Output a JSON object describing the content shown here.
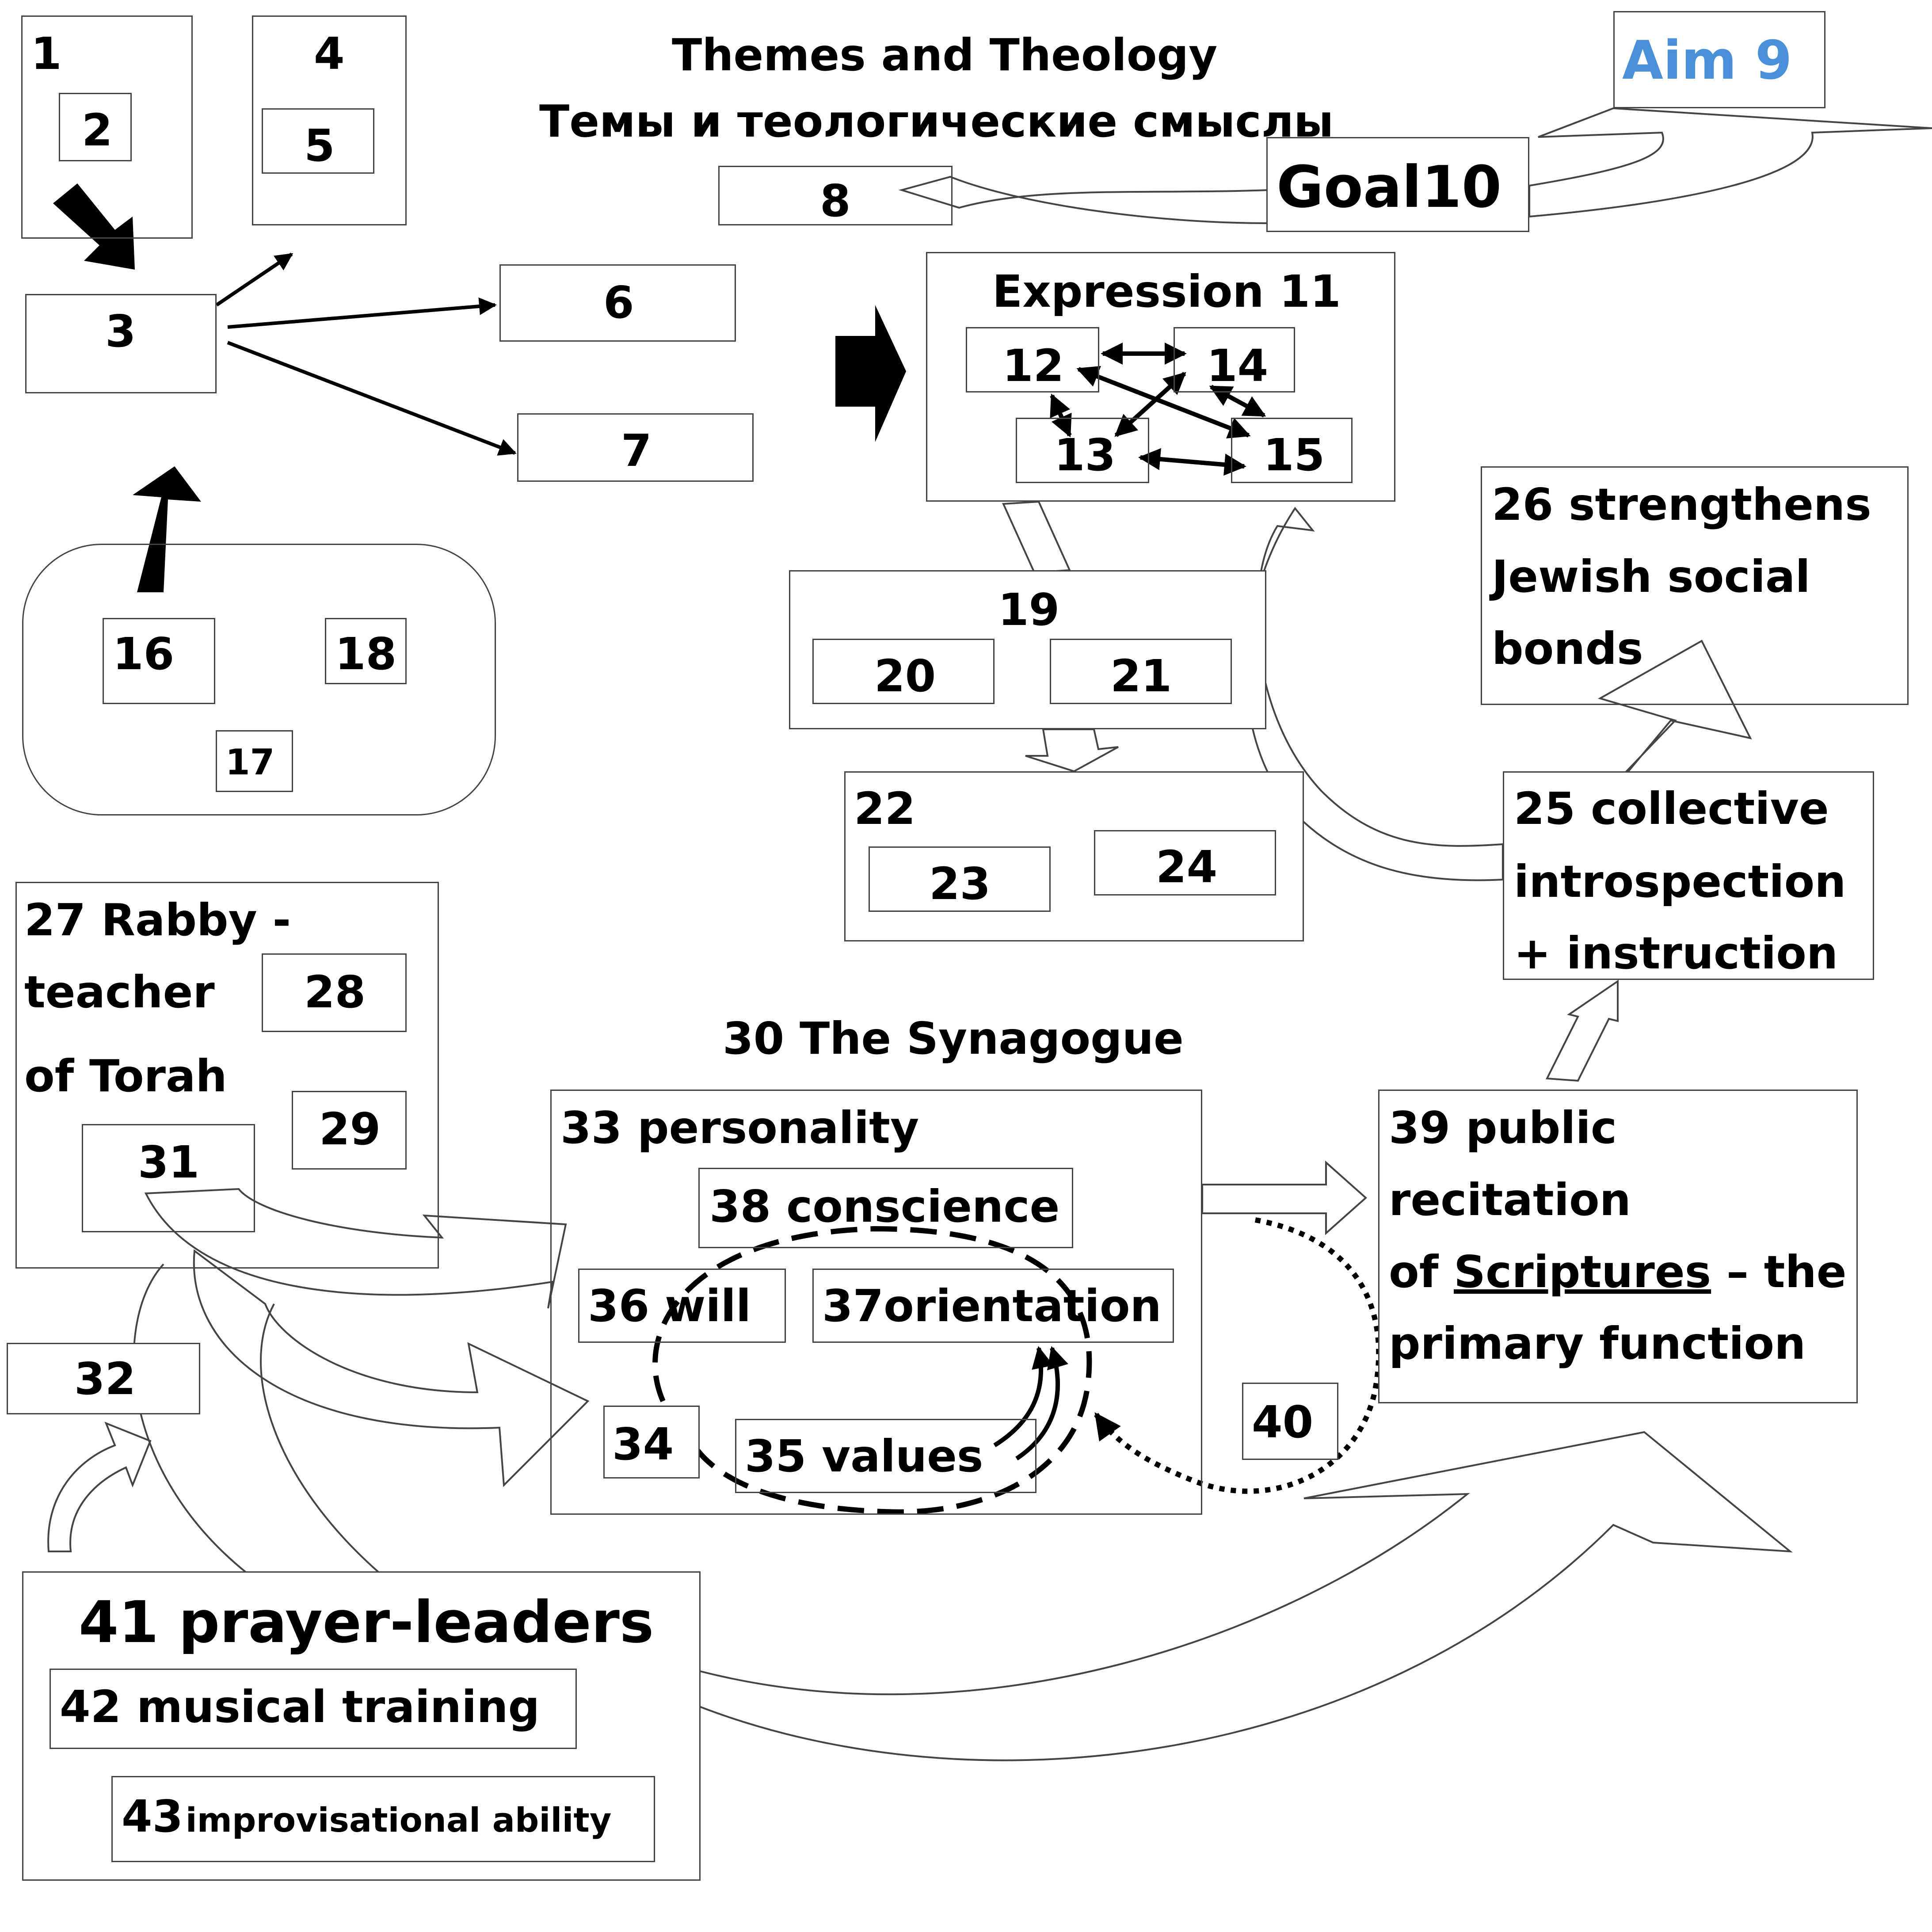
{
  "title": {
    "en": "Themes and Theology",
    "ru": "Темы и теологические смыслы"
  },
  "aim": {
    "label": "Aim 9",
    "color": "#4a90d9"
  },
  "goal": {
    "label": "Goal10"
  },
  "nodes": {
    "n1": "1",
    "n2": "2",
    "n3": "3",
    "n4": "4",
    "n5": "5",
    "n6": "6",
    "n7": "7",
    "n8": "8",
    "n11": "Expression 11",
    "n12": "12",
    "n13": "13",
    "n14": "14",
    "n15": "15",
    "n16": "16",
    "n17": "17",
    "n18": "18",
    "n19": "19",
    "n20": "20",
    "n21": "21",
    "n22": "22",
    "n23": "23",
    "n24": "24",
    "n25": [
      "25 collective",
      "introspection",
      "+ instruction"
    ],
    "n26": [
      "26 strengthens",
      "Jewish social",
      "bonds"
    ],
    "n27": [
      "27 Rabby -",
      "teacher",
      "of Torah"
    ],
    "n28": "28",
    "n29": "29",
    "n30": "30 The Synagogue",
    "n31": "31",
    "n32": "32",
    "n33": "33 personality",
    "n34": "34",
    "n35": "35  values",
    "n36": "36  will",
    "n37": "37orientation",
    "n38": "38 conscience",
    "n39": {
      "line1": "39 public",
      "line2": "recitation",
      "line3a": "of ",
      "line3b": "Scriptures",
      "line3c": " – the",
      "line4": "primary function"
    },
    "n40": "40",
    "n41": "41 prayer-leaders",
    "n42": "42 musical training",
    "n43_num": "43",
    "n43_text": "improvisational ability"
  }
}
